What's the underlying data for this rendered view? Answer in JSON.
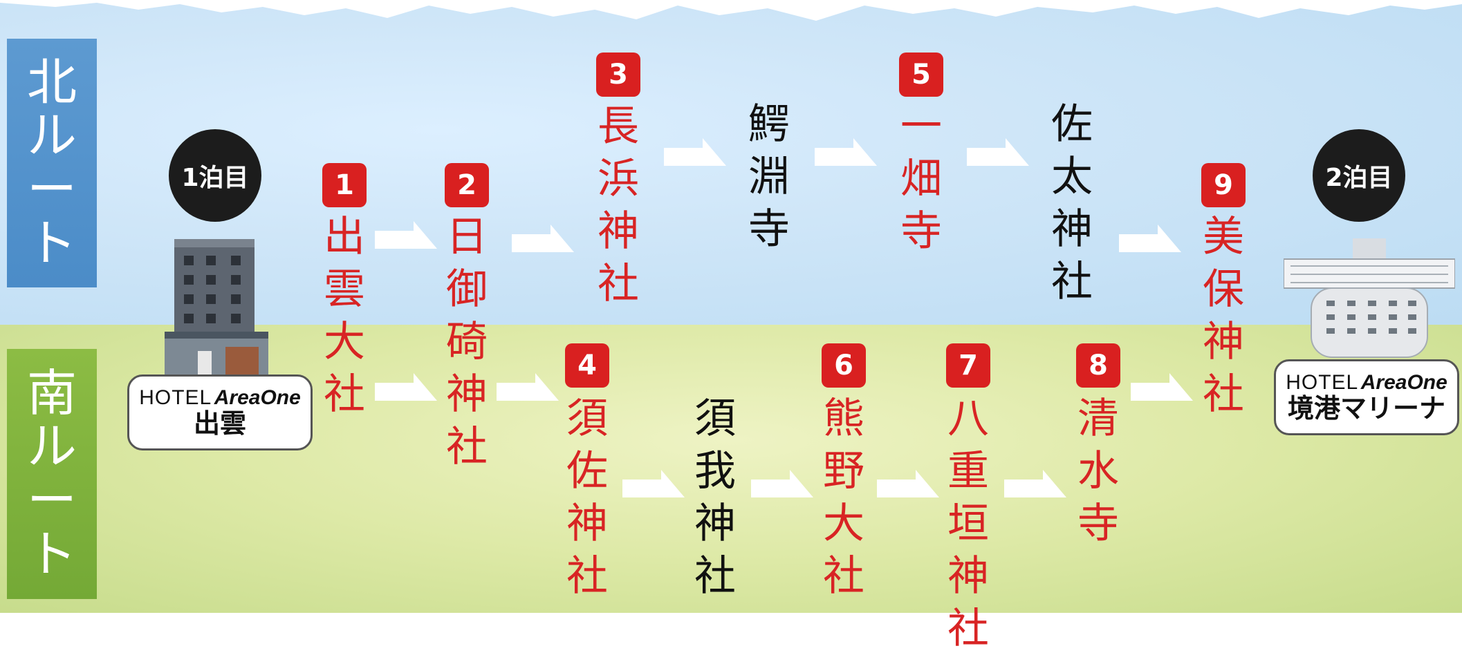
{
  "routes": {
    "north_label": [
      "北",
      "ル",
      "ー",
      "ト"
    ],
    "south_label": [
      "南",
      "ル",
      "ー",
      "ト"
    ]
  },
  "nights": {
    "first": "1泊目",
    "second": "2泊目"
  },
  "hotels": [
    {
      "brand_prefix": "HOTEL",
      "brand_name": "AreaOne",
      "name": "出雲"
    },
    {
      "brand_prefix": "HOTEL",
      "brand_name": "AreaOne",
      "name": "境港マリーナ"
    }
  ],
  "stops": {
    "s1": {
      "num": "1",
      "chars": [
        "出",
        "雲",
        "大",
        "社"
      ]
    },
    "s2": {
      "num": "2",
      "chars": [
        "日",
        "御",
        "碕",
        "神",
        "社"
      ]
    },
    "s3": {
      "num": "3",
      "chars": [
        "長",
        "浜",
        "神",
        "社"
      ]
    },
    "n_unnumbered_1": {
      "chars": [
        "鰐",
        "淵",
        "寺"
      ]
    },
    "s5": {
      "num": "5",
      "chars": [
        "一",
        "畑",
        "寺"
      ]
    },
    "n_unnumbered_2": {
      "chars": [
        "佐",
        "太",
        "神",
        "社"
      ]
    },
    "s9": {
      "num": "9",
      "chars": [
        "美",
        "保",
        "神",
        "社"
      ]
    },
    "s4": {
      "num": "4",
      "chars": [
        "須",
        "佐",
        "神",
        "社"
      ]
    },
    "s_unnumbered_1": {
      "chars": [
        "須",
        "我",
        "神",
        "社"
      ]
    },
    "s6": {
      "num": "6",
      "chars": [
        "熊",
        "野",
        "大",
        "社"
      ]
    },
    "s7": {
      "num": "7",
      "chars": [
        "八",
        "重",
        "垣",
        "神",
        "社"
      ]
    },
    "s8": {
      "num": "8",
      "chars": [
        "清",
        "水",
        "寺"
      ]
    }
  },
  "colors": {
    "accent_red": "#d92020",
    "north_tab": "#4b8cc8",
    "south_tab": "#74a936",
    "north_bg": "#cfe6f8",
    "south_bg": "#dde9a6"
  }
}
